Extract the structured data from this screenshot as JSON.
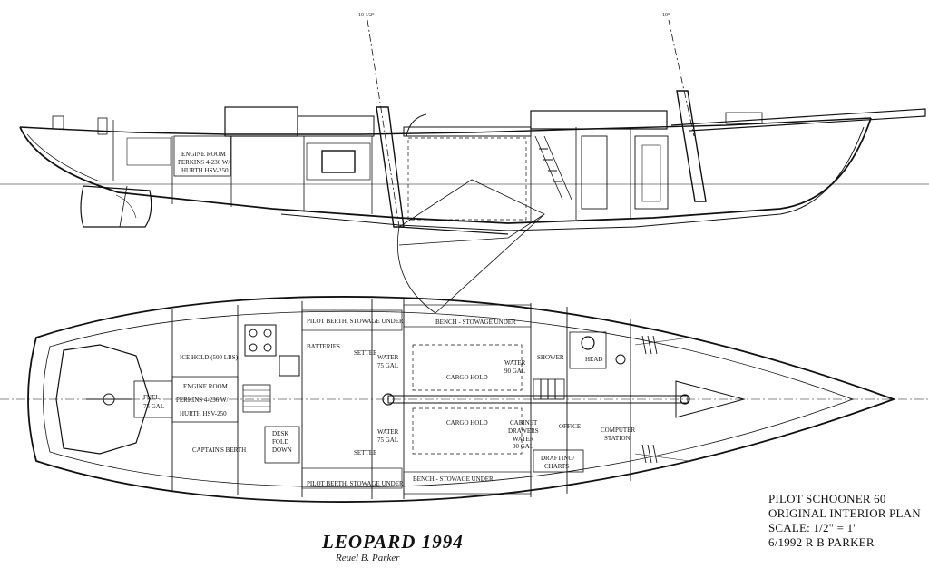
{
  "profile": {
    "mast_fore_rake": "10 1/2°",
    "mast_main_rake": "10°",
    "engine_room_title": "ENGINE ROOM",
    "engine_line1": "PERKINS 4-236 W/",
    "engine_line2": "HURTH HSV-250"
  },
  "plan": {
    "rooms": {
      "pilot_berth_top": "PILOT BERTH, STOWAGE UNDER",
      "bench_top": "BENCH - STOWAGE UNDER",
      "batteries": "BATTERIES",
      "settee_top": "SETTEE",
      "water_port_fwd": "WATER",
      "water_port_fwd_cap": "75 GAL",
      "cargo_hold_port": "CARGO HOLD",
      "water_port_90": "WATER",
      "water_port_90_cap": "90 GAL",
      "shower": "SHOWER",
      "head": "HEAD",
      "ice_hold": "ICE HOLD (500 LBS)",
      "engine_room": "ENGINE ROOM",
      "engine_line1": "PERKINS 4-236 W/",
      "engine_line2": "HURTH HSV-250",
      "fuel": "FUEL",
      "fuel_cap": "75 GAL",
      "captains_berth": "CAPTAIN'S BERTH",
      "desk_1": "DESK",
      "desk_2": "FOLD",
      "desk_3": "DOWN",
      "water_stbd": "WATER",
      "water_stbd_cap": "75 GAL",
      "settee_bottom": "SETTEE",
      "cargo_hold_stbd": "CARGO HOLD",
      "cabinet_1": "CABINET",
      "cabinet_2": "DRAWERS",
      "water_stbd_90": "WATER",
      "water_stbd_90_cap": "90 GAL",
      "office": "OFFICE",
      "computer_1": "COMPUTER",
      "computer_2": "STATION",
      "drafting_1": "DRAFTING/",
      "drafting_2": "CHARTS",
      "pilot_berth_bottom": "PILOT BERTH, STOWAGE UNDER",
      "bench_bottom": "BENCH - STOWAGE UNDER"
    }
  },
  "title_block": {
    "line1": "PILOT SCHOONER 60",
    "line2": "ORIGINAL INTERIOR PLAN",
    "line3": "SCALE: 1/2\" = 1'",
    "line4": "6/1992   R B PARKER"
  },
  "boat_name": "LEOPARD  1994",
  "signature": "Reuel B. Parker"
}
